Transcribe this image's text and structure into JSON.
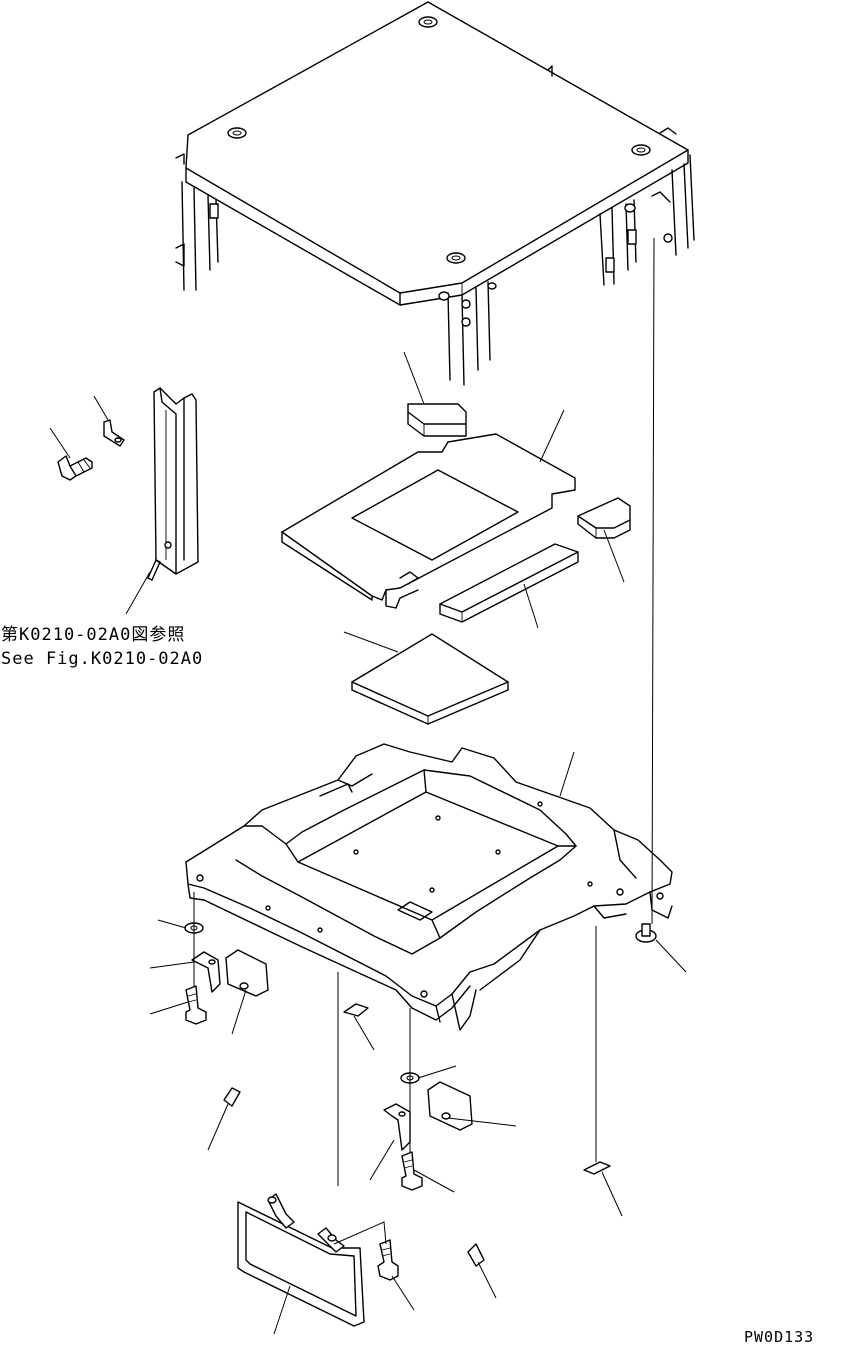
{
  "reference": {
    "japanese": "第K0210-02A0図参照",
    "english": "See Fig.K0210-02A0"
  },
  "drawing_code": "PW0D133"
}
